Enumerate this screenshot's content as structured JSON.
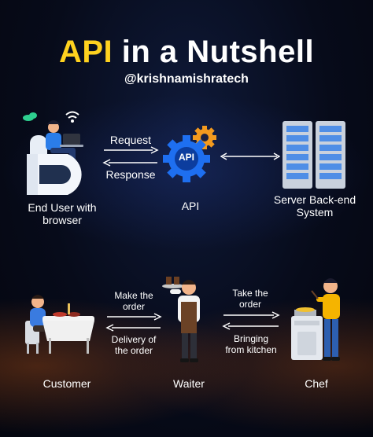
{
  "title": {
    "highlight": "API",
    "rest": " in a Nutshell"
  },
  "handle": "@krishnamishratech",
  "top": {
    "request": "Request",
    "response": "Response",
    "end_user_line1": "End User with",
    "end_user_line2": "browser",
    "api_label": "API",
    "api_gear_text": "API",
    "server_line1": "Server Back-end",
    "server_line2": "System"
  },
  "bottom": {
    "make_order_line1": "Make the",
    "make_order_line2": "order",
    "delivery_line1": "Delivery of",
    "delivery_line2": "the order",
    "take_order_line1": "Take the",
    "take_order_line2": "order",
    "bringing_line1": "Bringing",
    "bringing_line2": "from kitchen",
    "customer": "Customer",
    "waiter": "Waiter",
    "chef": "Chef"
  },
  "colors": {
    "accent_yellow": "#ffd21f",
    "gear_blue": "#1e6ff0",
    "gear_orange": "#f39a1e",
    "server_blue": "#4f8ee6"
  }
}
